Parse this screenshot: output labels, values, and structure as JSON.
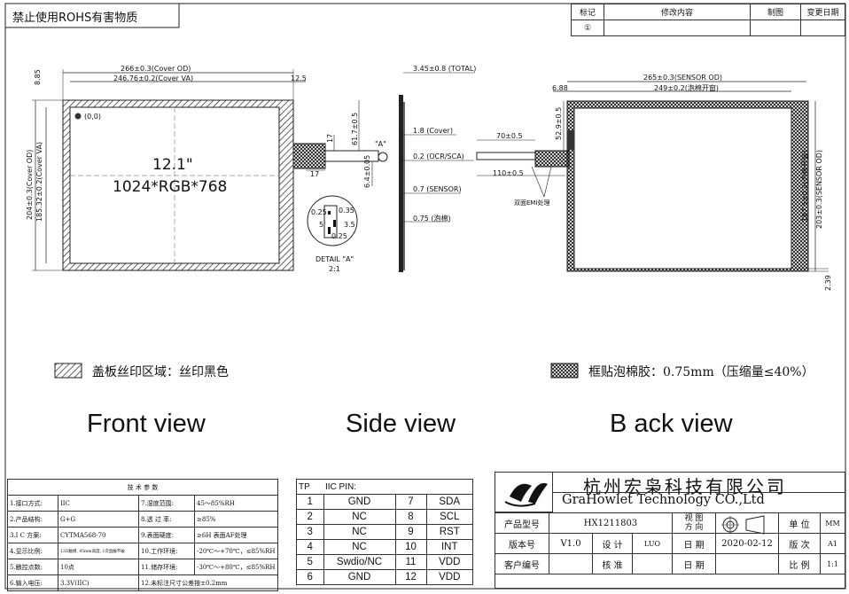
{
  "header": {
    "rohs_note": "禁止使用ROHS有害物质"
  },
  "revision_table": {
    "headers": [
      "标记",
      "修改内容",
      "制图",
      "变更日期"
    ],
    "rows": [
      [
        "①",
        "",
        "",
        ""
      ]
    ]
  },
  "front_view": {
    "dims": {
      "cover_od_w": "266±0.3(Cover OD)",
      "cover_va_w": "246.76±0.2(Cover VA)",
      "right_offset": "12.5",
      "top_offset": "8.85",
      "cover_od_h": "204±0.3(Cover OD)",
      "cover_va_h": "185.32±0.2(Cover VA)",
      "fpc_len": "61.7±0.5",
      "fpc_w": "17",
      "fpc_w2": "17",
      "fpc_thk": "6.4±0.05"
    },
    "origin": "(0,0)",
    "size_text": "12.1\"",
    "resolution_text": "1024*RGB*768",
    "detail_ref": "\"A\""
  },
  "detail": {
    "d1": "0.25",
    "d2": "0.35",
    "d3": "5",
    "d4": "3.5",
    "d5": "0.25",
    "caption": "DETAIL \"A\"",
    "scale": "2:1"
  },
  "side_view": {
    "total": "3.45±0.8 (TOTAL)",
    "cover": "1.8 (Cover)",
    "oca": "0.2 (OCR/SCA)",
    "sensor": "0.7 (SENSOR)",
    "foam": "0.75 (泡棉)",
    "fpc_len1": "70±0.5",
    "fpc_len2": "110±0.5",
    "emi_note": "双面EMI处理"
  },
  "back_view": {
    "sensor_od_w": "265±0.3(SENSOR OD)",
    "foam_open_w": "249±0.2(泡棉开窗)",
    "left_offset": "6.88",
    "fpc_pos": "52.9±0.5",
    "foam_open_h": "187.5±0.2(泡棉开窗)",
    "sensor_od_h": "203±0.3(SENSOR OD)",
    "bottom_offset": "2.39"
  },
  "legends": {
    "cover_print": "盖板丝印区域：丝印黑色",
    "foam_tape": "框贴泡棉胶：0.75mm（压缩量≤40%）"
  },
  "view_labels": {
    "front": "Front view",
    "side": "Side view",
    "back": "B ack view"
  },
  "tech_params": {
    "title": "技 术 参 数",
    "rows": [
      [
        "1.接口方式:",
        "IIC",
        "7.湿度范围:",
        "45～85%RH"
      ],
      [
        "2.产品结构:",
        "G+G",
        "8.透 过 率:",
        "≥85%"
      ],
      [
        "3.I C 方案:",
        "CYTMA568-70",
        "9.表面硬度:",
        "≥6H 表面AF处理"
      ],
      [
        "4.显示比例:",
        "12Ω触摸, 45mm高度, 1次直触不破",
        "10.工作环境:",
        "-20℃～+70℃，≤85%RH"
      ],
      [
        "5.触控点数:",
        "10点",
        "11.储存环境:",
        "-30℃～+80℃，≤85%RH"
      ],
      [
        "6.输入电压:",
        "3.3V(IIC)",
        "12.未标注尺寸公差按±0.2mm",
        ""
      ]
    ]
  },
  "pin_table": {
    "col1": "TP",
    "col2": "IIC  PIN:",
    "rows": [
      [
        "1",
        "GND",
        "7",
        "SDA"
      ],
      [
        "2",
        "NC",
        "8",
        "SCL"
      ],
      [
        "3",
        "NC",
        "9",
        "RST"
      ],
      [
        "4",
        "NC",
        "10",
        "INT"
      ],
      [
        "5",
        "Swdio/NC",
        "11",
        "VDD"
      ],
      [
        "6",
        "GND",
        "12",
        "VDD"
      ]
    ]
  },
  "title_block": {
    "company_cn": "杭州宏枭科技有限公司",
    "company_en": "GraHowlet Technology CO.,Ltd",
    "rows": [
      [
        "产品型号",
        "HX1211803",
        "",
        "视 图\n方 向",
        "",
        "单 位",
        "MM"
      ],
      [
        "版本号",
        "V1.0",
        "设 计",
        "LUO",
        "日 期",
        "2020-02-12",
        "版 次",
        "A1"
      ],
      [
        "客户编号",
        "",
        "核 准",
        "",
        "日 期",
        "",
        "比 例",
        "1:1"
      ]
    ]
  }
}
